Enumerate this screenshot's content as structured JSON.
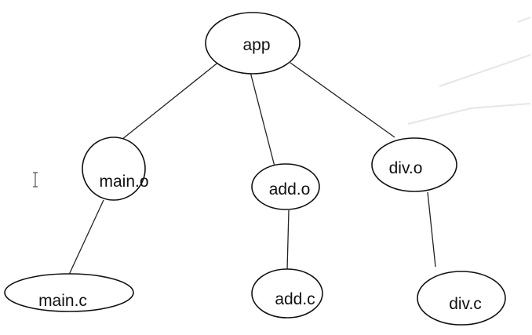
{
  "diagram": {
    "nodes": [
      {
        "id": "app",
        "label": "app"
      },
      {
        "id": "main_o",
        "label": "main.o"
      },
      {
        "id": "add_o",
        "label": "add.o"
      },
      {
        "id": "div_o",
        "label": "div.o"
      },
      {
        "id": "main_c",
        "label": "main.c"
      },
      {
        "id": "add_c",
        "label": "add.c"
      },
      {
        "id": "div_c",
        "label": "div.c"
      }
    ],
    "edges": [
      {
        "from": "app",
        "to": "main_o"
      },
      {
        "from": "app",
        "to": "add_o"
      },
      {
        "from": "app",
        "to": "div_o"
      },
      {
        "from": "main_o",
        "to": "main_c"
      },
      {
        "from": "add_o",
        "to": "add_c"
      },
      {
        "from": "div_o",
        "to": "div_c"
      }
    ]
  }
}
